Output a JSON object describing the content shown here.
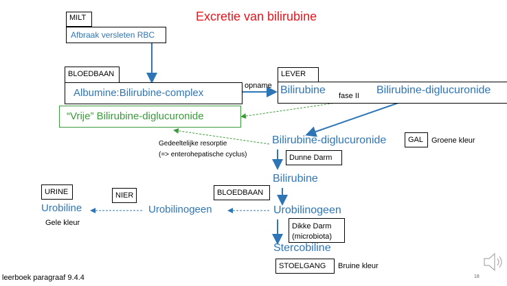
{
  "title": "Excretie van bilirubine",
  "milt": {
    "label": "MILT",
    "text": "Afbraak versleten RBC"
  },
  "bloedbaan1": {
    "label": "BLOEDBAAN",
    "text": "Albumine:Bilirubine-complex"
  },
  "opname": "opname",
  "lever": {
    "label": "LEVER",
    "bilirubine": "Bilirubine",
    "diglucuronide": "Bilirubine-diglucuronide"
  },
  "fase": "fase II",
  "vrije": "“Vrije” Bilirubine-diglucuronide",
  "gal": {
    "text": "Bilirubine-diglucuronide",
    "label": "GAL",
    "kleur": "Groene kleur"
  },
  "resorptie": {
    "line1": "Gedeeltelijke resorptie",
    "line2": "(=> enterohepatische cyclus)"
  },
  "dunne_darm": "Dunne Darm",
  "bilirubine2": "Bilirubine",
  "bloedbaan2": "BLOEDBAAN",
  "urobilinogeen1": "Urobilinogeen",
  "nier": "NIER",
  "urine": {
    "label": "URINE",
    "text": "Urobiline",
    "kleur": "Gele kleur"
  },
  "urobilinogeen2": "Urobilinogeen",
  "dikke_darm": {
    "line1": "Dikke Darm",
    "line2": "(microbiota)"
  },
  "stercobiline": "Stercobiline",
  "stoelgang": {
    "label": "STOELGANG",
    "kleur": "Bruine kleur"
  },
  "footer": {
    "ref": "leerboek paragraaf 9.4.4",
    "page": "18"
  },
  "icons": {
    "speaker": "speaker-icon"
  },
  "colors": {
    "blue": "#2E75B6",
    "green": "#3a9a3a",
    "title": "#e8141b"
  }
}
